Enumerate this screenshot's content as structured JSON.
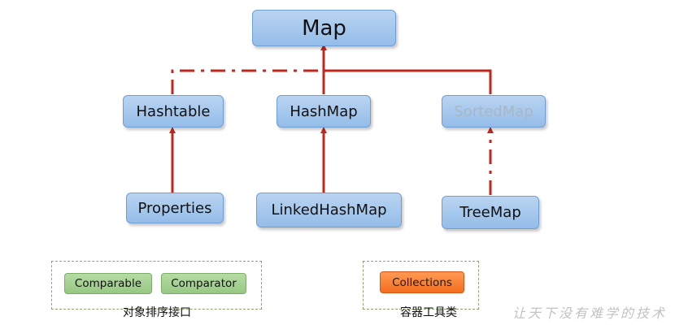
{
  "nodes": {
    "map": "Map",
    "hashtable": "Hashtable",
    "hashmap": "HashMap",
    "sortedmap": "SortedMap",
    "properties": "Properties",
    "linkedhashmap": "LinkedHashMap",
    "treemap": "TreeMap"
  },
  "comparison_group": {
    "comparable": "Comparable",
    "comparator": "Comparator",
    "caption": "对象排序接口"
  },
  "tools_group": {
    "collections": "Collections",
    "caption": "容器工具类"
  },
  "watermark": "让天下没有难学的技术",
  "colors": {
    "connector": "#c0281e",
    "node_fill": "#a9c9ee",
    "green_tag": "#a6d293",
    "orange_tag": "#f6802f"
  }
}
